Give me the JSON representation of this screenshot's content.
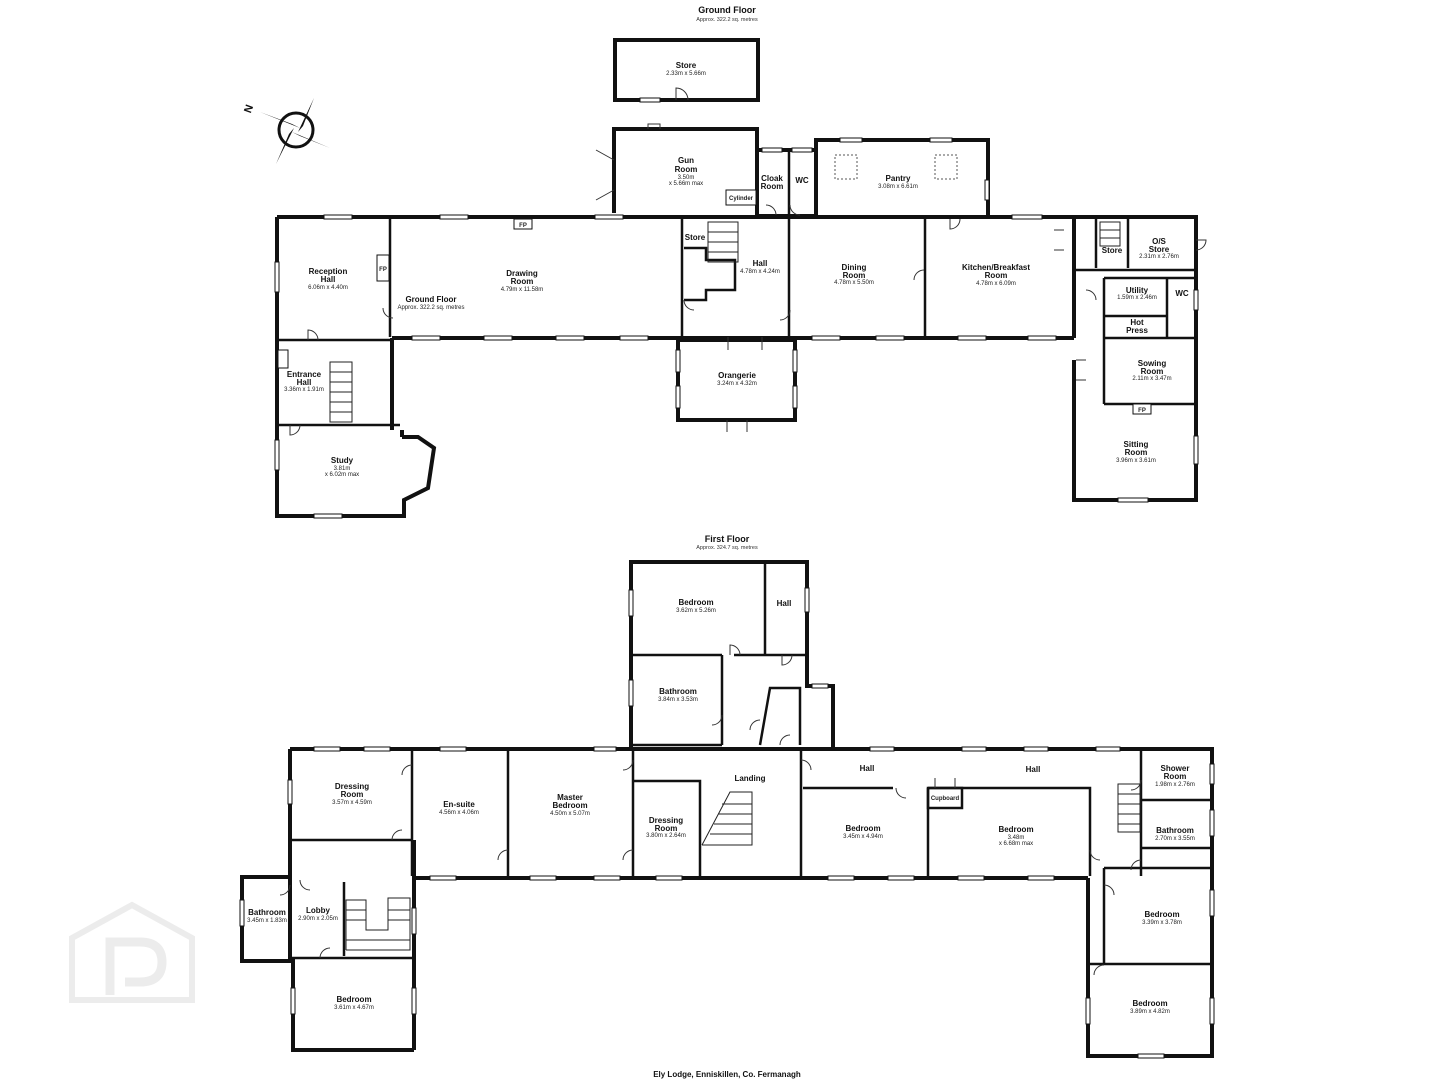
{
  "ground_floor": {
    "title": "Ground Floor",
    "area": "Approx. 322.2 sq. metres",
    "inner_title": "Ground Floor",
    "inner_area": "Approx. 322.2 sq. metres",
    "rooms": {
      "store_outbuilding": {
        "name": "Store",
        "dim": "2.33m x 5.66m"
      },
      "gun_room": {
        "name1": "Gun",
        "name2": "Room",
        "dim1": "3.50m",
        "dim2": "x 5.66m max"
      },
      "cylinder": {
        "name": "Cylinder"
      },
      "cloak_room": {
        "name1": "Cloak",
        "name2": "Room"
      },
      "wc_1": {
        "name": "WC"
      },
      "pantry": {
        "name": "Pantry",
        "dim": "3.08m x 6.61m"
      },
      "reception_hall": {
        "name1": "Reception",
        "name2": "Hall",
        "dim": "6.06m x 4.40m"
      },
      "fp_reception": {
        "name": "FP"
      },
      "fp_drawing": {
        "name": "FP"
      },
      "drawing_room": {
        "name1": "Drawing",
        "name2": "Room",
        "dim": "4.79m x 11.58m"
      },
      "store_hall": {
        "name": "Store"
      },
      "hall": {
        "name": "Hall",
        "dim": "4.78m x 4.24m"
      },
      "dining_room": {
        "name1": "Dining",
        "name2": "Room",
        "dim": "4.78m x 5.50m"
      },
      "kitchen": {
        "name1": "Kitchen/Breakfast",
        "name2": "Room",
        "dim": "4.78m x 6.09m"
      },
      "store_small": {
        "name": "Store"
      },
      "os_store": {
        "name1": "O/S",
        "name2": "Store",
        "dim": "2.31m x 2.76m"
      },
      "utility": {
        "name": "Utility",
        "dim": "1.59m x 2.46m"
      },
      "wc_2": {
        "name": "WC"
      },
      "hot_press": {
        "name1": "Hot",
        "name2": "Press"
      },
      "entrance_hall": {
        "name1": "Entrance",
        "name2": "Hall",
        "dim": "3.36m x 1.91m"
      },
      "orangerie": {
        "name": "Orangerie",
        "dim": "3.24m x 4.32m"
      },
      "sowing_room": {
        "name1": "Sowing",
        "name2": "Room",
        "dim": "2.11m x 3.47m"
      },
      "fp_sitting": {
        "name": "FP"
      },
      "sitting_room": {
        "name1": "Sitting",
        "name2": "Room",
        "dim": "3.96m x 3.61m"
      },
      "study": {
        "name": "Study",
        "dim1": "3.81m",
        "dim2": "x 6.02m max"
      }
    }
  },
  "first_floor": {
    "title": "First Floor",
    "area": "Approx. 324.7 sq. metres",
    "rooms": {
      "bedroom_top": {
        "name": "Bedroom",
        "dim": "3.62m x 5.26m"
      },
      "hall_top": {
        "name": "Hall"
      },
      "bathroom_top": {
        "name": "Bathroom",
        "dim": "3.84m x 3.53m"
      },
      "dressing_room_1": {
        "name1": "Dressing",
        "name2": "Room",
        "dim": "3.57m x 4.59m"
      },
      "ensuite": {
        "name": "En-suite",
        "dim": "4.56m x 4.06m"
      },
      "master_bedroom": {
        "name1": "Master",
        "name2": "Bedroom",
        "dim": "4.50m x 5.07m"
      },
      "landing": {
        "name": "Landing"
      },
      "dressing_room_2": {
        "name1": "Dressing",
        "name2": "Room",
        "dim": "3.80m x 2.64m"
      },
      "hall_left": {
        "name": "Hall"
      },
      "hall_right": {
        "name": "Hall"
      },
      "cupboard": {
        "name": "Cupboard"
      },
      "shower_room": {
        "name1": "Shower",
        "name2": "Room",
        "dim": "1.98m x 2.76m"
      },
      "bedroom_mid": {
        "name": "Bedroom",
        "dim": "3.45m x 4.94m"
      },
      "bedroom_big": {
        "name": "Bedroom",
        "dim1": "3.48m",
        "dim2": "x 6.68m max"
      },
      "bathroom_right": {
        "name": "Bathroom",
        "dim": "2.70m x 3.55m"
      },
      "bathroom_left": {
        "name": "Bathroom",
        "dim": "3.45m x 1.83m"
      },
      "lobby": {
        "name": "Lobby",
        "dim": "2.90m x 2.05m"
      },
      "bedroom_right1": {
        "name": "Bedroom",
        "dim": "3.39m x 3.78m"
      },
      "bedroom_left": {
        "name": "Bedroom",
        "dim": "3.61m x 4.67m"
      },
      "bedroom_right2": {
        "name": "Bedroom",
        "dim": "3.89m x 4.82m"
      }
    }
  },
  "compass": {
    "label": "N",
    "icon": "compass-rose-icon"
  },
  "caption": "Ely Lodge, Enniskillen, Co. Fermanagh",
  "watermark": {
    "icon": "p-logo-watermark-icon",
    "color": "#e9e9e9"
  }
}
